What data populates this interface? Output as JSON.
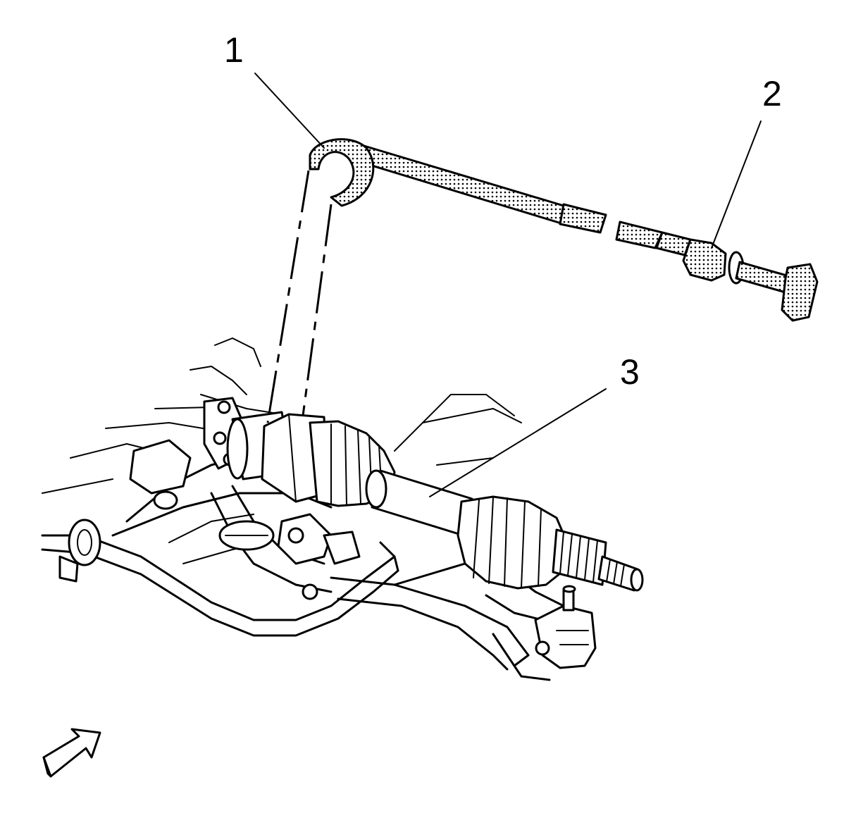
{
  "callouts": [
    {
      "number": "1"
    },
    {
      "number": "2"
    },
    {
      "number": "3"
    }
  ],
  "icons": {
    "direction_arrow": "direction-arrow-icon"
  },
  "colors": {
    "line": "#000000",
    "background": "#ffffff"
  }
}
